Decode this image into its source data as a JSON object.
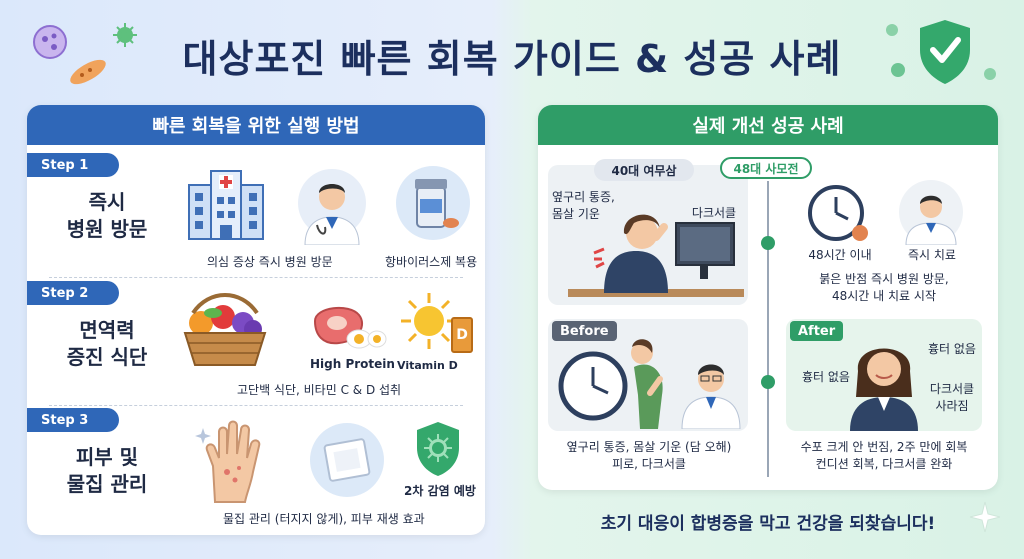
{
  "title": "대상포진 빠른 회복 가이드 & 성공 사례",
  "colors": {
    "blue": "#2f67b8",
    "green": "#2f9d67",
    "navy": "#1c2f5e"
  },
  "left": {
    "header": "빠른 회복을 위한 실행 방법",
    "steps": [
      {
        "badge": "Step 1",
        "name_line1": "즉시",
        "name_line2": "병원 방문",
        "cap1": "의심 증상 즉시 병원 방문",
        "cap2": "항바이러스제 복용",
        "icons": [
          "hospital-icon",
          "doctor-icon",
          "pill-bottle-icon"
        ]
      },
      {
        "badge": "Step 2",
        "name_line1": "면역력",
        "name_line2": "증진 식단",
        "label_protein": "High Protein",
        "label_vitamin": "Vitamin D",
        "vitamin_letter": "D",
        "cap": "고단백 식단, 비타민 C & D 섭취",
        "icons": [
          "fruit-basket-icon",
          "meat-egg-icon",
          "sun-vitamin-icon"
        ]
      },
      {
        "badge": "Step 3",
        "name_line1": "피부 및",
        "name_line2": "물집 관리",
        "label_prevent": "2차 감염 예방",
        "cap": "물집 관리 (터지지 않게), 피부 재생 효과",
        "icons": [
          "hand-icon",
          "gauze-icon",
          "shield-virus-icon"
        ]
      }
    ]
  },
  "right": {
    "header": "실제 개선 성공 사례",
    "case1_tag": "40대 여무삼",
    "case1_pain": "옆구리 통증, 몸살 기운",
    "case1_pain_l1": "옆구리 통증,",
    "case1_pain_l2": "몸살 기운",
    "case1_dark": "다크서클",
    "case2_tag": "48대 사모전",
    "timer_label": "48시간 이내",
    "treat_label": "즉시 치료",
    "case2_text_l1": "붉은 반점 즉시 병원 방문,",
    "case2_text_l2": "48시간 내 치료 시작",
    "before_tag": "Before",
    "before_text_l1": "옆구리 통증, 몸살 기운 (담 오해)",
    "before_text_l2": "피로, 다크서클",
    "after_tag": "After",
    "after_no_scar1": "흉터 없음",
    "after_no_scar2": "흉터 없음",
    "after_dark_l1": "다크서클",
    "after_dark_l2": "사라짐",
    "after_text_l1": "수포 크게 안 번짐, 2주 만에 회복",
    "after_text_l2": "컨디션 회복, 다크서클 완화"
  },
  "footer": "초기 대응이 합병증을 막고 건강을 되찾습니다!"
}
